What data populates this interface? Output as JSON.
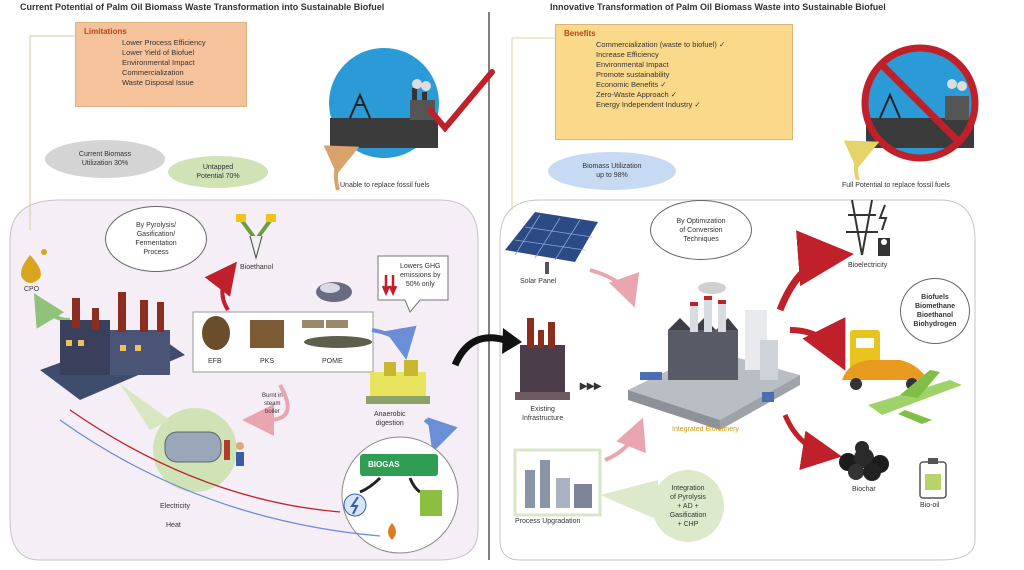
{
  "left": {
    "title": "Current Potential of Palm Oil Biomass Waste Transformation into Sustainable Biofuel",
    "limitations": {
      "heading": "Limitations",
      "items": [
        "Lower Process Efficiency",
        "Lower Yield of Biofuel",
        "Environmental Impact",
        "Commercialization",
        "Waste Disposal Issue"
      ]
    },
    "current_utilization": "Current Biomass\nUtilization 30%",
    "untapped": "Untapped\nPotential 70%",
    "fossil_label": "Unable to replace fossil fuels",
    "process_bubble": "By Pyrolysis/\nGasification/\nFermentation\nProcess",
    "cpo": "CPO",
    "bioethanol": "Bioethanol",
    "ghg": "Lowers GHG\nemissions by\n50% only",
    "biomass": [
      "EFB",
      "PKS",
      "POME"
    ],
    "boiler_label": "Burnt in\nsteam\nboiler",
    "anaerobic": "Anaerobic\ndigestion",
    "biogas": "BIOGAS",
    "electricity": "Electricity",
    "heat": "Heat"
  },
  "right": {
    "title": "Innovative Transformation of Palm Oil Biomass Waste into Sustainable Biofuel",
    "benefits": {
      "heading": "Benefits",
      "items": [
        "Commercialization (waste to biofuel) ✓",
        "Increase Efficiency",
        "Environmental Impact",
        "Promote sustainability",
        "Economic Benefits ✓",
        "Zero-Waste Approach ✓",
        "Energy Independent Industry ✓"
      ]
    },
    "utilization": "Biomass Utilization\nup to 98%",
    "full_potential": "Full Potential to replace fossil fuels",
    "optimization": "By Optimization\nof Conversion\nTechniques",
    "solar": "Solar Panel",
    "existing": "Existing\nInfrastructure",
    "biorefinery": "Integrated Biorefinery",
    "process_upgradation": "Process Upgradation",
    "integration": "Integration\nof Pyrolysis\n+ AD +\nGasification\n+ CHP",
    "bioelectricity": "Bioelectricity",
    "biofuels": "Biofuels\nBiomethane\nBioethanol\nBiohydrogen",
    "biochar": "Biochar",
    "biooil": "Bio-oil"
  },
  "colors": {
    "accent_red": "#c0202a",
    "box_fill": "#f5c29c",
    "benefits_fill": "#fbd98a",
    "cloud_gray": "#d4d4d4",
    "green": "#cfe3b6",
    "blue": "#c7daf3"
  }
}
